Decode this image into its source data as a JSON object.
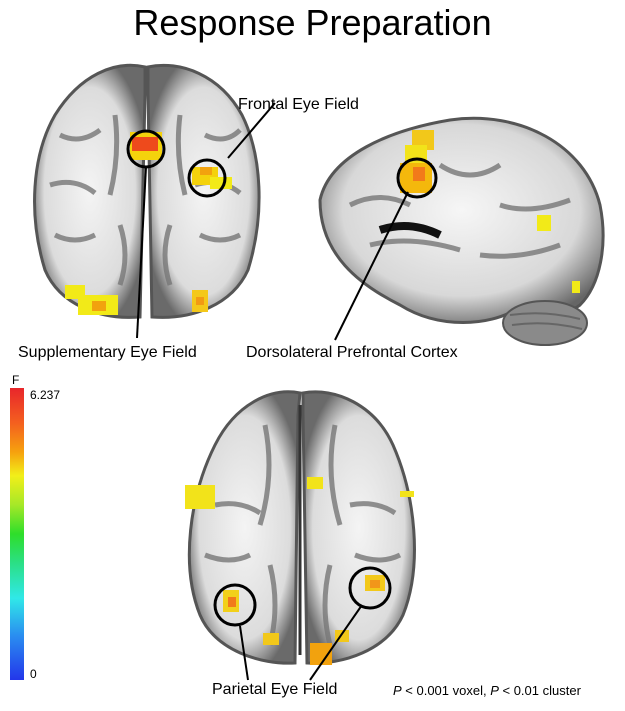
{
  "title": "Response Preparation",
  "labels": {
    "fef": "Frontal Eye Field",
    "sef": "Supplementary Eye Field",
    "dlpfc": "Dorsolateral Prefrontal Cortex",
    "pef": "Parietal Eye Field"
  },
  "colorbar": {
    "name": "F",
    "max": "6.237",
    "min": "0",
    "colors": [
      "#e8262b",
      "#f6a20e",
      "#f2ef19",
      "#2ede2a",
      "#30e8e8",
      "#2336ea"
    ]
  },
  "threshold_note": {
    "p1": "P",
    "t1": " < 0.001 voxel, ",
    "p2": "P",
    "t2": " < 0.01 cluster"
  }
}
